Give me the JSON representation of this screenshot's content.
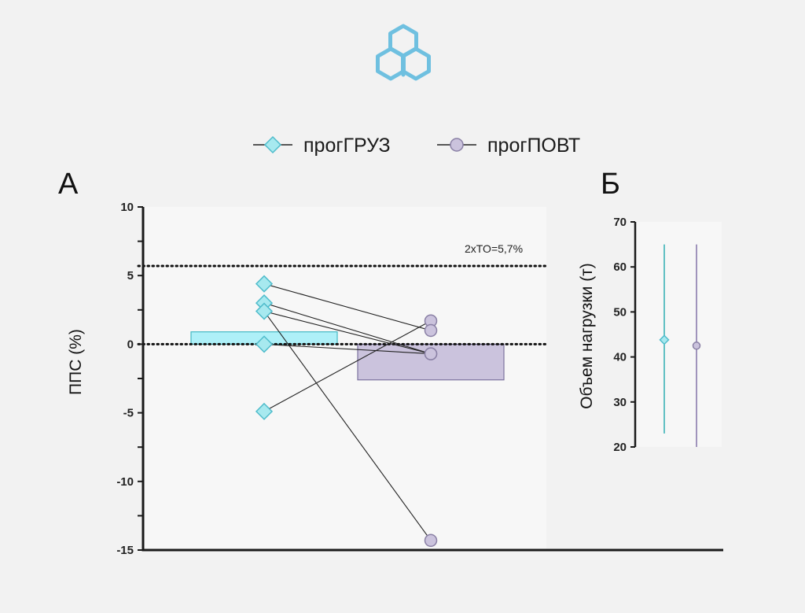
{
  "legend": [
    {
      "name": "прогГРУЗ",
      "marker": "diamond",
      "color": "#a7e9ef",
      "stroke": "#4fbccb"
    },
    {
      "name": "прогПОВТ",
      "marker": "circle",
      "color": "#cbc3dd",
      "stroke": "#8a80a5"
    }
  ],
  "colors": {
    "logo": "#6fc0e0",
    "plot_bg": "#f7f7f7",
    "bar_a": "#aef0f8",
    "bar_a_stroke": "#44b9c4",
    "bar_b": "#cbc3dd",
    "bar_b_stroke": "#7d73a0",
    "line": "#222222",
    "range_a": "#3ab3b6",
    "range_b": "#8a7cae"
  },
  "icons": {
    "logo": "hexagon-cube-logo-icon"
  },
  "chart_data": [
    {
      "panel": "А",
      "type": "bar",
      "ylabel": "ППС (%)",
      "ylim": [
        -15,
        10
      ],
      "yticks": [
        10,
        5,
        0,
        -5,
        -10,
        -15
      ],
      "yminor_step": 2.5,
      "categories": [
        "прогГРУЗ",
        "прогПОВТ"
      ],
      "series": [
        {
          "name": "прогГРУЗ",
          "values": [
            0.9
          ]
        },
        {
          "name": "прогПОВТ",
          "values": [
            -2.6
          ]
        }
      ],
      "points": {
        "прогГРУЗ": [
          4.4,
          3.0,
          2.4,
          0.0,
          -4.9
        ],
        "прогПОВТ": [
          1.7,
          1.0,
          -0.7,
          -0.7,
          -14.3
        ]
      },
      "pairs": [
        [
          4.4,
          1.0
        ],
        [
          3.0,
          -0.7
        ],
        [
          2.4,
          -0.7
        ],
        [
          2.4,
          -14.3
        ],
        [
          0.0,
          -0.7
        ],
        [
          -4.9,
          1.7
        ]
      ],
      "reference_lines": [
        {
          "value": 5.7,
          "label": "2xTO=5,7%",
          "style": "dotted"
        },
        {
          "value": 0,
          "label": "",
          "style": "dotted"
        }
      ]
    },
    {
      "panel": "Б",
      "type": "scatter",
      "ylabel": "Объем нагрузки (т)",
      "ylim": [
        20,
        70
      ],
      "yticks": [
        70,
        60,
        50,
        40,
        30,
        20
      ],
      "series": [
        {
          "name": "прогГРУЗ",
          "mean": 43.8,
          "range": [
            23,
            65
          ]
        },
        {
          "name": "прогПОВТ",
          "mean": 42.5,
          "range": [
            20,
            65
          ]
        }
      ]
    }
  ]
}
